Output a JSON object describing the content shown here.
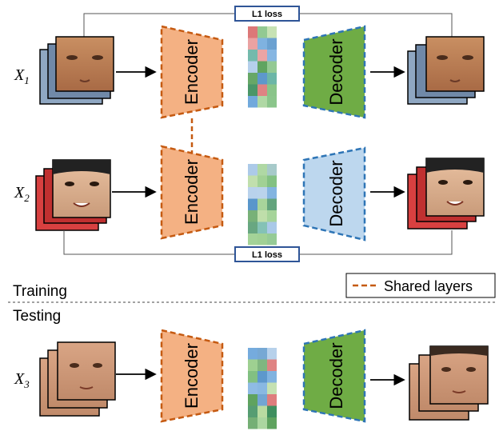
{
  "training": {
    "rows": [
      {
        "input_label": "X",
        "input_sub": "1",
        "loss_label": "L1 loss",
        "encoder_label": "Encoder",
        "decoder_label": "Decoder",
        "decoder_color": "#6fac45"
      },
      {
        "input_label": "X",
        "input_sub": "2",
        "loss_label": "L1 loss",
        "encoder_label": "Encoder",
        "decoder_label": "Decoder",
        "decoder_color": "#bdd7ee"
      }
    ],
    "section_label": "Training"
  },
  "testing": {
    "section_label": "Testing",
    "row": {
      "input_label": "X",
      "input_sub": "3",
      "encoder_label": "Encoder",
      "decoder_label": "Decoder",
      "decoder_color": "#6fac45"
    }
  },
  "legend": {
    "shared_label": "Shared layers"
  },
  "colors": {
    "encoder_fill": "#f4b183",
    "encoder_border": "#c55a11",
    "decoder_border": "#2e75b6",
    "loss_box_border": "#2f5597"
  }
}
